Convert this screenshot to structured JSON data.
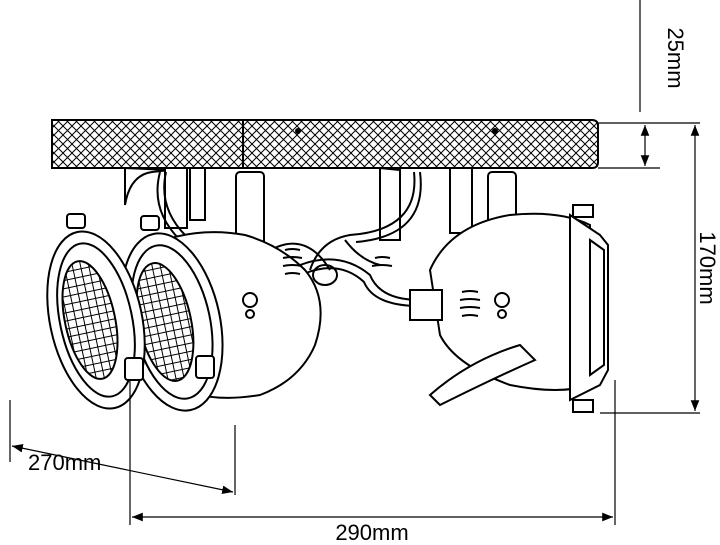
{
  "dimensions": {
    "top_thickness": "25mm",
    "height": "170mm",
    "depth": "270mm",
    "width": "290mm"
  },
  "colors": {
    "stroke": "#000000",
    "background": "#ffffff"
  }
}
